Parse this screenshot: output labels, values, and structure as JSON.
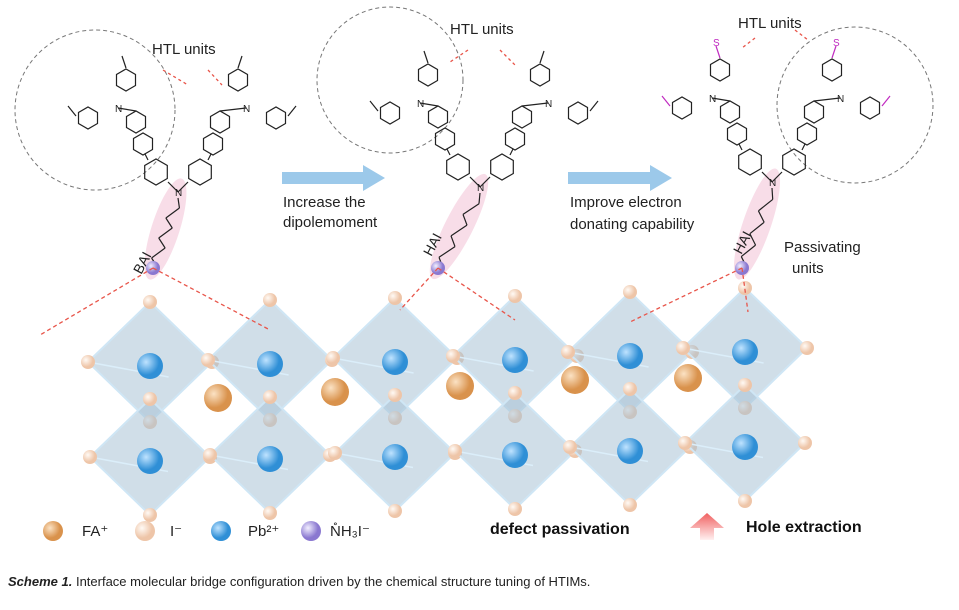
{
  "labels": {
    "htl_units": [
      "HTL units",
      "HTL units",
      "HTL units"
    ],
    "step1": [
      "Increase the",
      "dipolemoment"
    ],
    "step2": [
      "Improve electron",
      "donating capability"
    ],
    "passivating": [
      "Passivating",
      "units"
    ],
    "chains": [
      "BAI",
      "HAI",
      "HAI"
    ],
    "atom_N": "N",
    "atom_S": "S"
  },
  "legend": {
    "fa": "FA⁺",
    "i": "I⁻",
    "pb": "Pb²⁺",
    "nh3i": "N̊H₃I⁻",
    "defect": "defect passivation",
    "hole": "Hole extraction"
  },
  "caption": {
    "label": "Scheme 1.",
    "text": "Interface molecular bridge configuration driven by the chemical structure tuning of HTIMs."
  },
  "colors": {
    "fa": "#e8a868",
    "iodide": "#f6dccb",
    "pb": "#4ea7e6",
    "nh3": "#a99be0",
    "arrow": "#9cc9ea",
    "dash": "#e8554a",
    "octa": "#a9c3d6",
    "sulfur": "#c02cc0"
  }
}
